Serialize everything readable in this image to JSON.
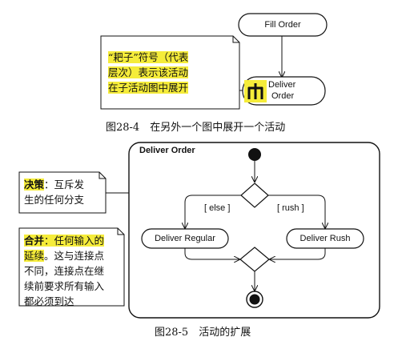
{
  "figure_top": {
    "note": {
      "line1": "“耙子”符号（代表",
      "line2": "层次）表示该活动",
      "line3": "在子活动图中展开"
    },
    "fill_order": "Fill Order",
    "deliver_order": {
      "line1": "Deliver",
      "line2": "Order"
    },
    "caption": "图28-4　在另外一个图中展开一个活动"
  },
  "figure_bottom": {
    "frame_title": "Deliver Order",
    "decision_note": {
      "term": "决策",
      "text1": "：互斥发",
      "text2": "生的任何分支"
    },
    "merge_note": {
      "term": "合并",
      "text1": "：任何输入的",
      "text2": "延续",
      "text3": "。这与连接点",
      "line3": "不同，连接点在继",
      "line4": "续前要求所有输入",
      "line5": "都必须到达"
    },
    "guard_else": "[ else ]",
    "guard_rush": "[ rush ]",
    "deliver_regular": "Deliver Regular",
    "deliver_rush": "Deliver Rush",
    "caption": "图28-5　活动的扩展"
  },
  "colors": {
    "highlight": "#f5ec3a",
    "line": "#111111"
  }
}
